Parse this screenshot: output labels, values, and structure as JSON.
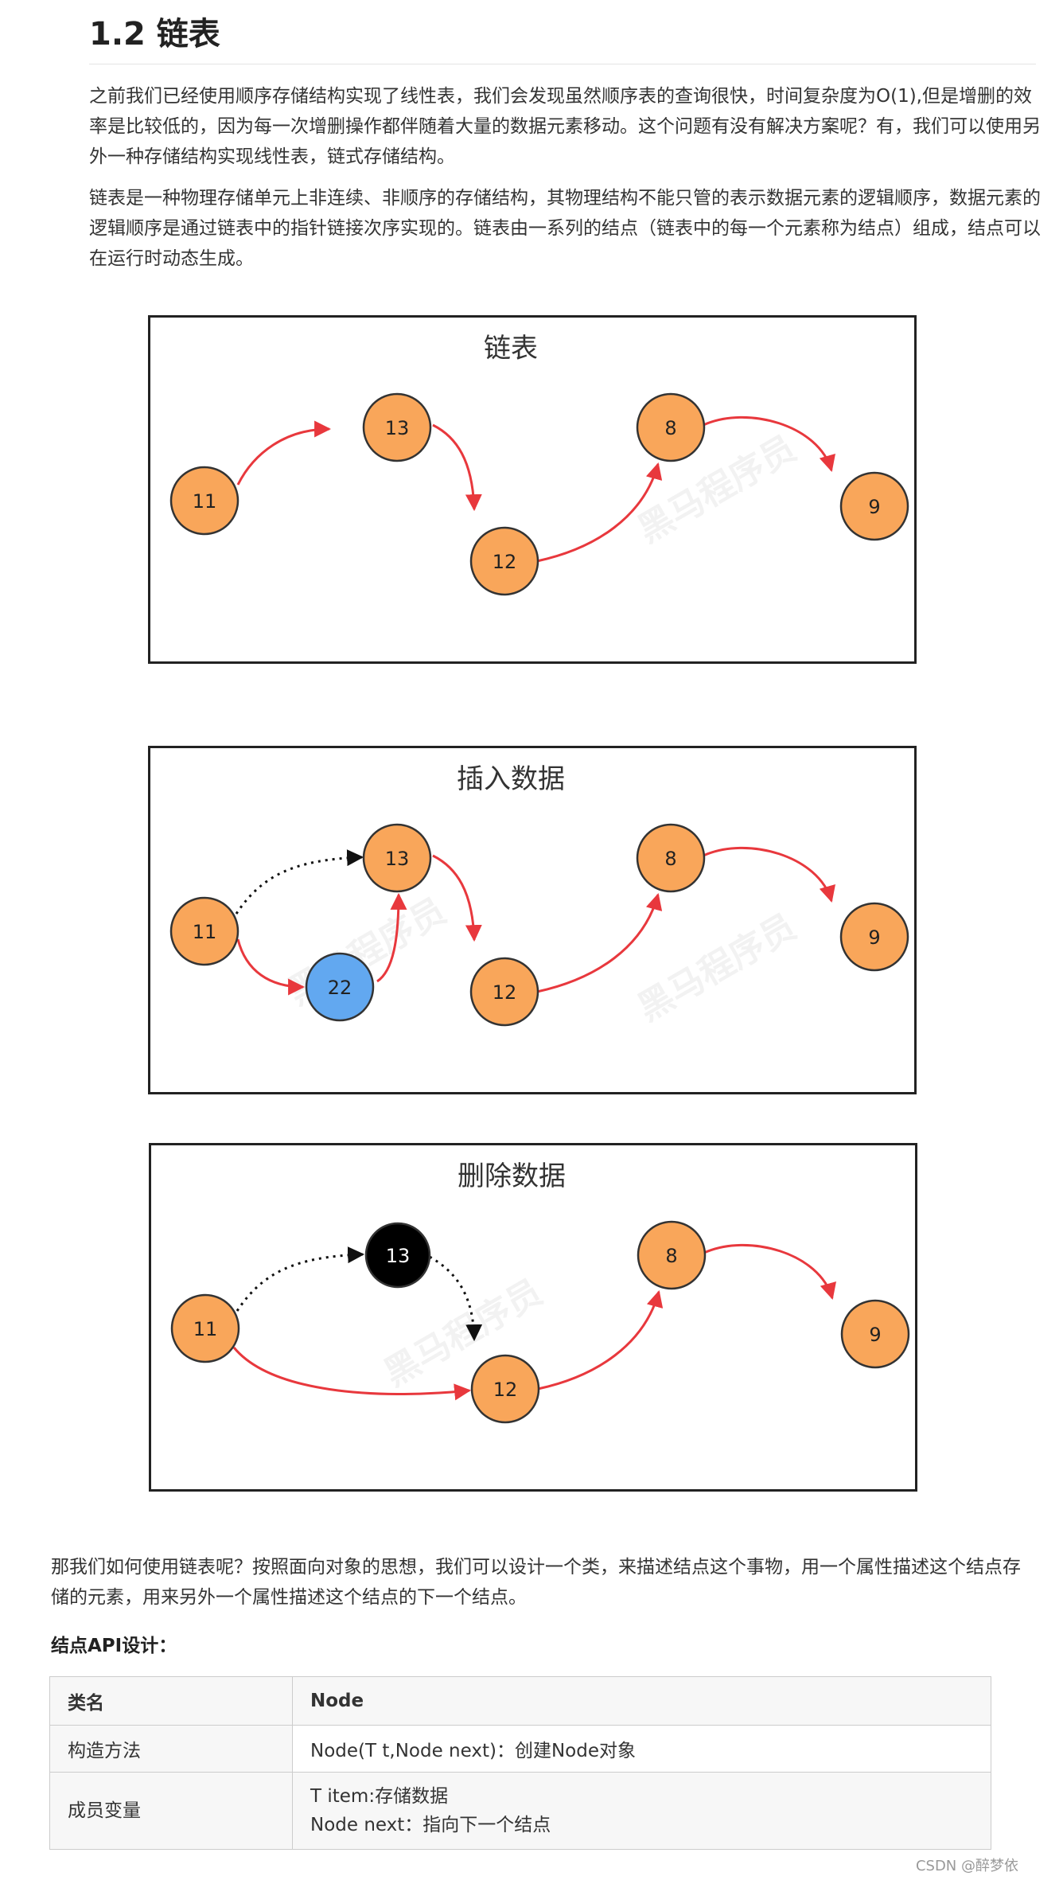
{
  "heading": "1.2 链表",
  "para1": "之前我们已经使用顺序存储结构实现了线性表，我们会发现虽然顺序表的查询很快，时间复杂度为O(1),但是增删的效率是比较低的，因为每一次增删操作都伴随着大量的数据元素移动。这个问题有没有解决方案呢？有，我们可以使用另外一种存储结构实现线性表，链式存储结构。",
  "para2": "链表是一种物理存储单元上非连续、非顺序的存储结构，其物理结构不能只管的表示数据元素的逻辑顺序，数据元素的逻辑顺序是通过链表中的指针链接次序实现的。链表由一系列的结点（链表中的每一个元素称为结点）组成，结点可以在运行时动态生成。",
  "para3": "那我们如何使用链表呢？按照面向对象的思想，我们可以设计一个类，来描述结点这个事物，用一个属性描述这个结点存储的元素，用来另外一个属性描述这个结点的下一个结点。",
  "api_label": "结点API设计：",
  "colors": {
    "node_orange": "#f9a65a",
    "node_blue": "#62a8f0",
    "node_black": "#000000",
    "arrow_red": "#e8383d",
    "arrow_dotted": "#111111"
  },
  "figures": [
    {
      "title": "链表",
      "nodes": [
        "11",
        "13",
        "12",
        "8",
        "9"
      ]
    },
    {
      "title": "插入数据",
      "nodes": [
        "11",
        "13",
        "22",
        "12",
        "8",
        "9"
      ]
    },
    {
      "title": "删除数据",
      "nodes": [
        "11",
        "13",
        "12",
        "8",
        "9"
      ]
    }
  ],
  "watermark": "黑马程序员",
  "table": {
    "header": [
      "类名",
      "Node"
    ],
    "rows": [
      [
        "构造方法",
        "Node(T t,Node next)：创建Node对象"
      ],
      [
        "成员变量",
        "T item:存储数据",
        "Node next：指向下一个结点"
      ]
    ]
  },
  "footer": "CSDN @醉梦依"
}
